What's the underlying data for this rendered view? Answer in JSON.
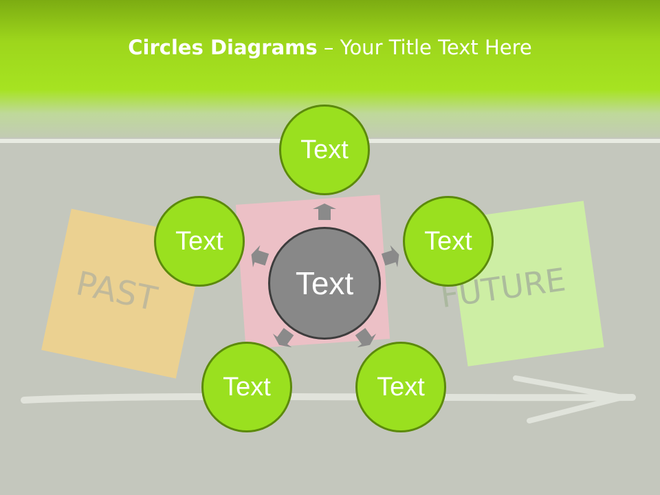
{
  "slide": {
    "title_bold": "Circles Diagrams",
    "title_dash": " – ",
    "title_rest": "Your Title Text Here"
  },
  "backdrop": {
    "note_past_text": "PAST",
    "note_future_text": "FUTURE"
  },
  "diagram": {
    "center_label": "Text",
    "nodes": [
      {
        "label": "Text"
      },
      {
        "label": "Text"
      },
      {
        "label": "Text"
      },
      {
        "label": "Text"
      },
      {
        "label": "Text"
      }
    ]
  },
  "colors": {
    "node_fill": "#9ae01f",
    "node_border": "#5c8a0c",
    "center_fill": "#888888",
    "center_border": "#3d3d3d",
    "arrow": "#8a8a8a",
    "header_green": "#a6e321"
  }
}
